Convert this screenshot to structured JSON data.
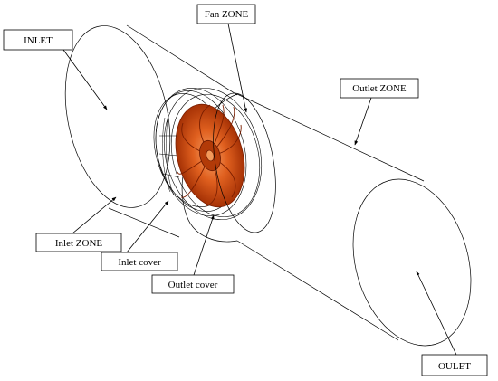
{
  "labels": {
    "fan_zone": "Fan ZONE",
    "inlet": "INLET",
    "outlet_zone": "Outlet ZONE",
    "inlet_zone": "Inlet ZONE",
    "inlet_cover": "Inlet cover",
    "outlet_cover": "Outlet cover",
    "oulet": "OULET"
  },
  "colors": {
    "line": "#000000",
    "fan_dark": "#a02a00",
    "fan_mid": "#d9541a",
    "fan_light": "#f28a45"
  }
}
